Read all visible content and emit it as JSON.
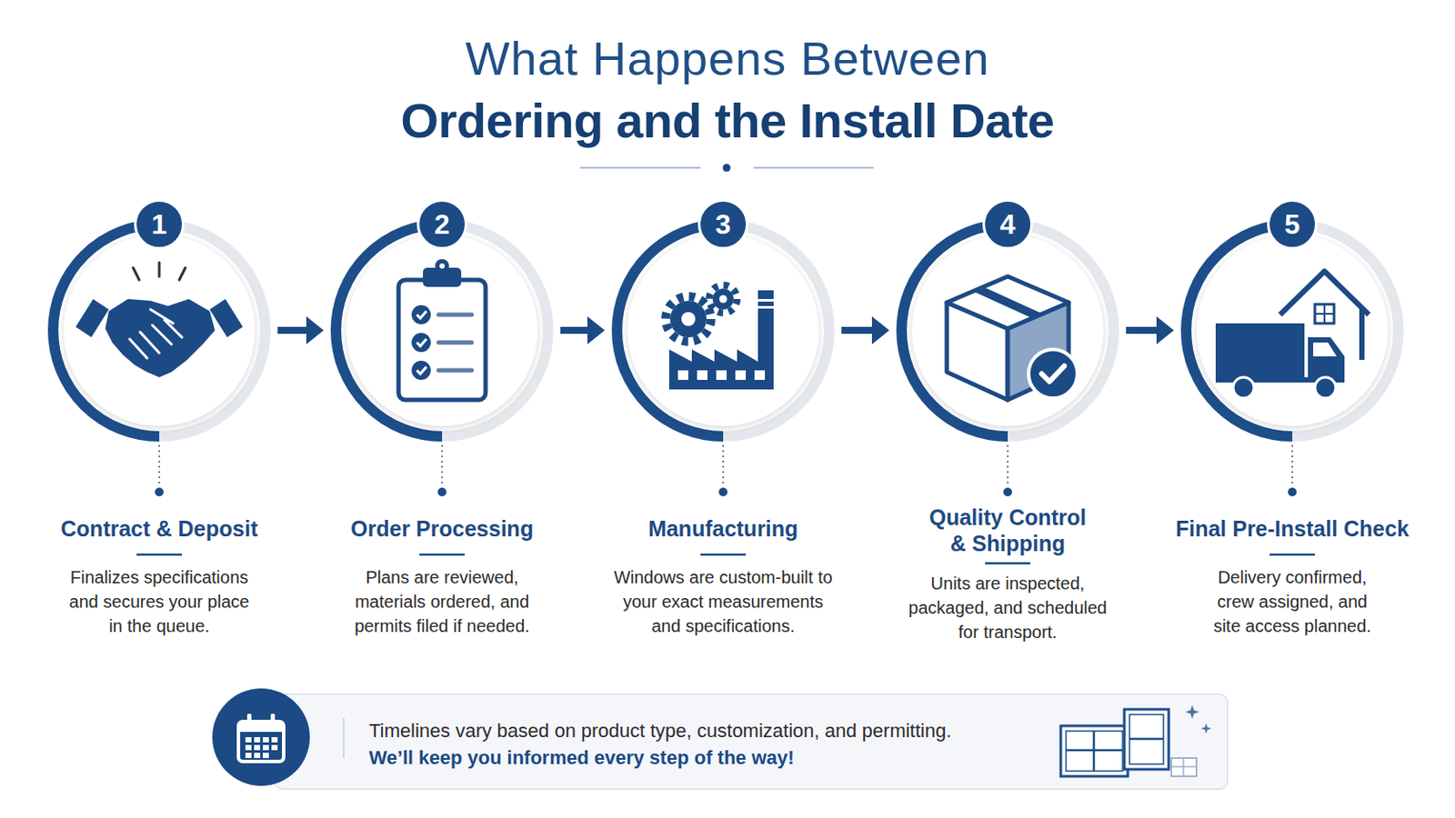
{
  "diagram": {
    "title": "What Happens Between Ordering and the Install Date",
    "nodes": [
      {
        "text": [
          "1",
          "Contract & Deposit",
          "Finalizes specifications and secures your place in the queue."
        ]
      },
      {
        "text": [
          "2",
          "Order Processing",
          "Plans are reviewed, materials ordered, and permits filed if needed."
        ]
      },
      {
        "text": [
          "3",
          "Manufacturing",
          "Windows are custom-built to your exact measurements and specifications."
        ]
      },
      {
        "text": [
          "4",
          "Quality Control & Shipping",
          "Units are inspected, packaged, and scheduled for transport."
        ]
      },
      {
        "text": [
          "5",
          "Final Pre-Install Check",
          "Delivery confirmed, crew assigned, and site access planned."
        ]
      },
      {
        "text": [
          "Timelines vary based on product type, customization, and permitting.",
          "We’ll keep you informed every step of the way!"
        ]
      }
    ],
    "edges": [
      {
        "from": 0,
        "to": 1,
        "arrow": "to"
      },
      {
        "from": 1,
        "to": 2,
        "arrow": "to"
      },
      {
        "from": 2,
        "to": 3,
        "arrow": "to"
      },
      {
        "from": 3,
        "to": 4,
        "arrow": "to"
      }
    ]
  }
}
